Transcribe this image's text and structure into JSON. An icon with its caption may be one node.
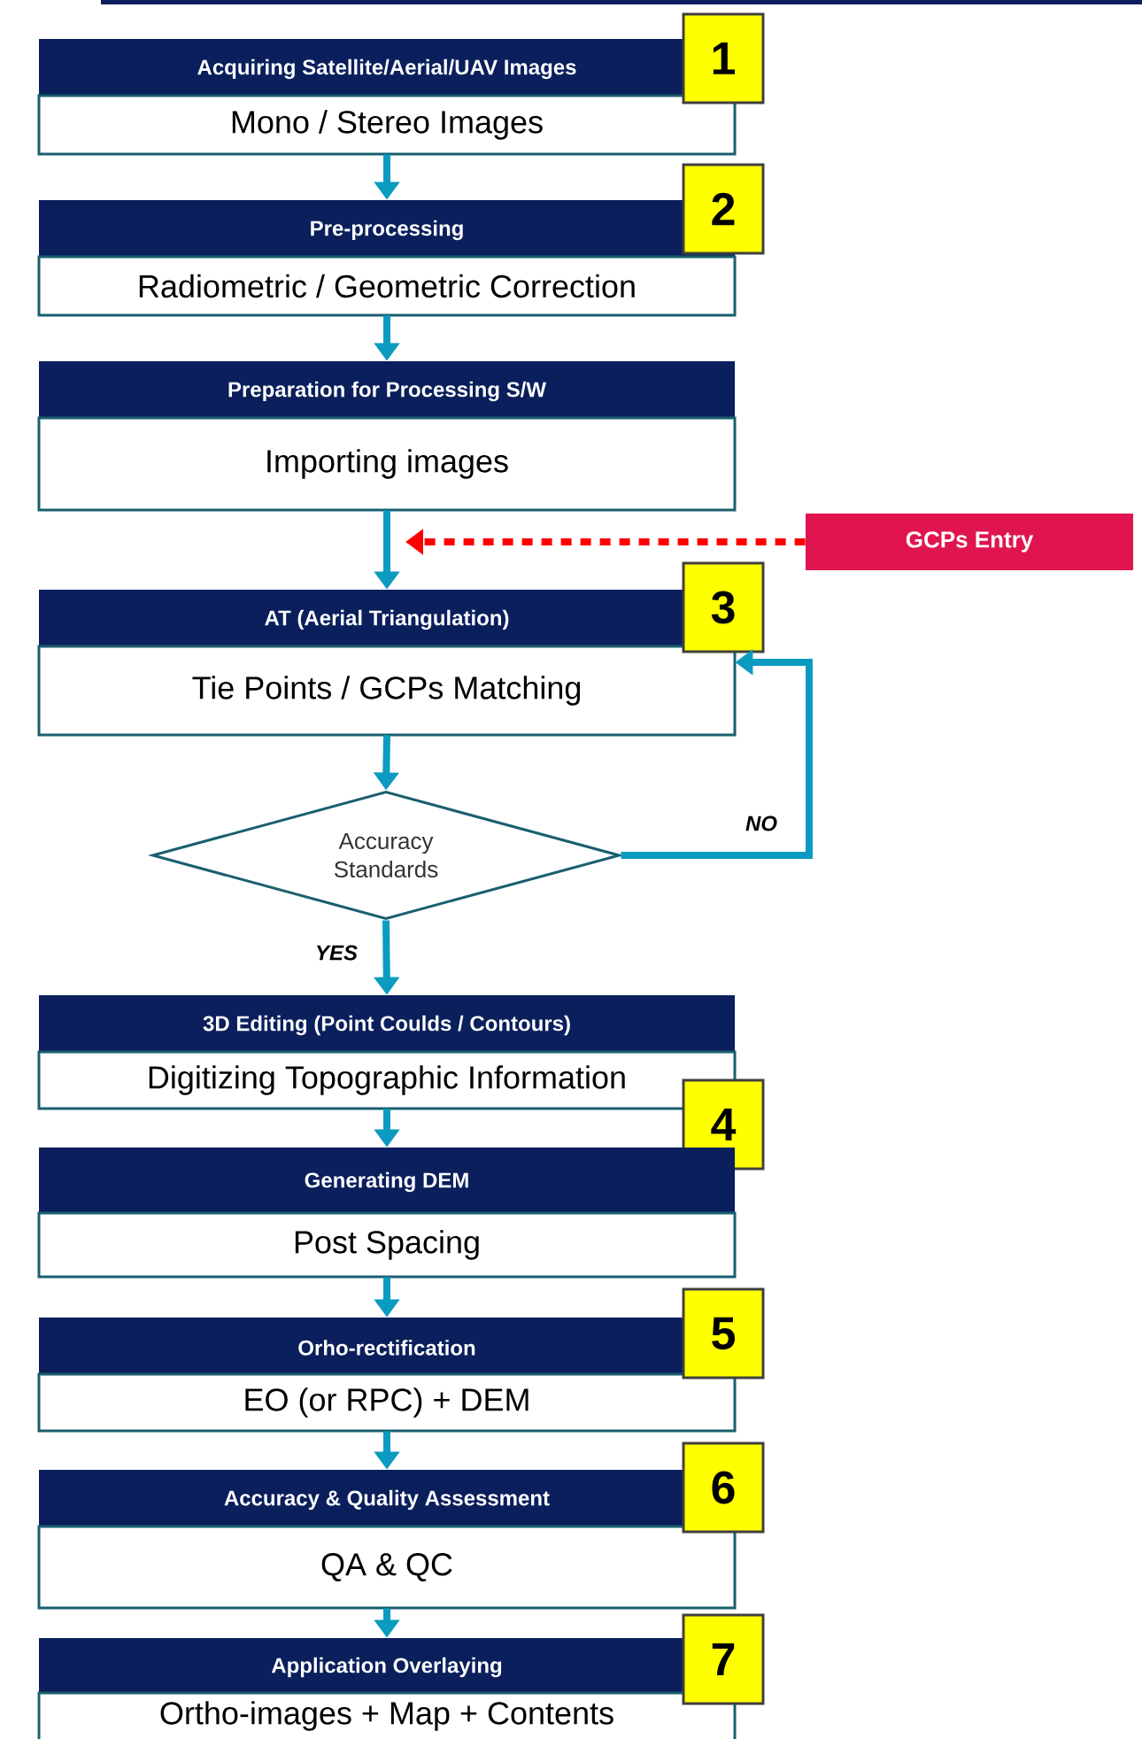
{
  "diagram": {
    "nodes": [
      {
        "text": [
          "Acquiring Satellite/Aerial/UAV Images",
          "Mono / Stereo Images"
        ]
      },
      {
        "text": [
          "1"
        ]
      },
      {
        "text": [
          "Pre-processing",
          "Radiometric / Geometric Correction"
        ]
      },
      {
        "text": [
          "2"
        ]
      },
      {
        "text": [
          "Preparation for Processing S/W",
          "Importing images"
        ]
      },
      {
        "text": [
          "GCPs Entry"
        ]
      },
      {
        "text": [
          "AT (Aerial Triangulation)",
          "Tie Points / GCPs Matching"
        ]
      },
      {
        "text": [
          "3"
        ]
      },
      {
        "text": [
          "Accuracy Standards"
        ]
      },
      {
        "text": [
          "3D Editing (Point Coulds / Contours)",
          "Digitizing Topographic Information"
        ]
      },
      {
        "text": [
          "4"
        ]
      },
      {
        "text": [
          "Generating DEM",
          "Post Spacing"
        ]
      },
      {
        "text": [
          "Orho-rectification",
          "EO (or RPC) + DEM"
        ]
      },
      {
        "text": [
          "5"
        ]
      },
      {
        "text": [
          "Accuracy & Quality Assessment",
          "QA & QC"
        ]
      },
      {
        "text": [
          "6"
        ]
      },
      {
        "text": [
          "Application Overlaying",
          "Ortho-images + Map + Contents"
        ]
      },
      {
        "text": [
          "7"
        ]
      }
    ],
    "edges": [
      {
        "from": 0,
        "to": 2,
        "arrow": "to"
      },
      {
        "from": 2,
        "to": 4,
        "arrow": "to"
      },
      {
        "from": 4,
        "to": 6,
        "arrow": "to"
      },
      {
        "from": 5,
        "to": null,
        "arrow": "to",
        "style": "dashed",
        "color": "#ff0000"
      },
      {
        "from": 6,
        "to": 8,
        "arrow": "to"
      },
      {
        "from": 8,
        "to": 6,
        "arrow": "to",
        "label": "NO"
      },
      {
        "from": 8,
        "to": 9,
        "arrow": "to",
        "label": "YES"
      },
      {
        "from": 9,
        "to": 11,
        "arrow": "to"
      },
      {
        "from": 11,
        "to": 12,
        "arrow": "to"
      },
      {
        "from": 12,
        "to": 14,
        "arrow": "to"
      },
      {
        "from": 14,
        "to": 16,
        "arrow": "to"
      }
    ]
  }
}
